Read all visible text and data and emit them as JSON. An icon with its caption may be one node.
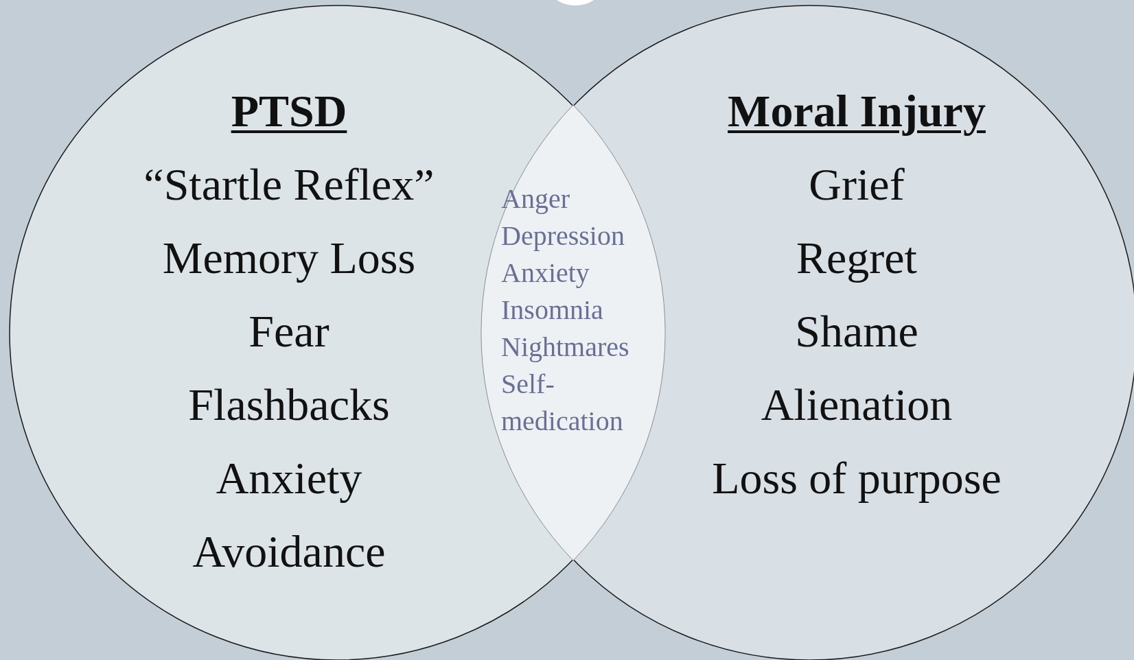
{
  "diagram": {
    "nodes": [
      {
        "text": [
          "PTSD",
          "“Startle Reflex”",
          "Memory Loss",
          "Fear",
          "Flashbacks",
          "Anxiety",
          "Avoidance"
        ]
      },
      {
        "text": [
          "Moral Injury",
          "Grief",
          "Regret",
          "Shame",
          "Alienation",
          "Loss of purpose"
        ]
      },
      {
        "text": [
          "Anger",
          "Depression",
          "Anxiety",
          "Insomnia",
          "Nightmares",
          "Self-medication"
        ]
      }
    ],
    "edges": []
  }
}
